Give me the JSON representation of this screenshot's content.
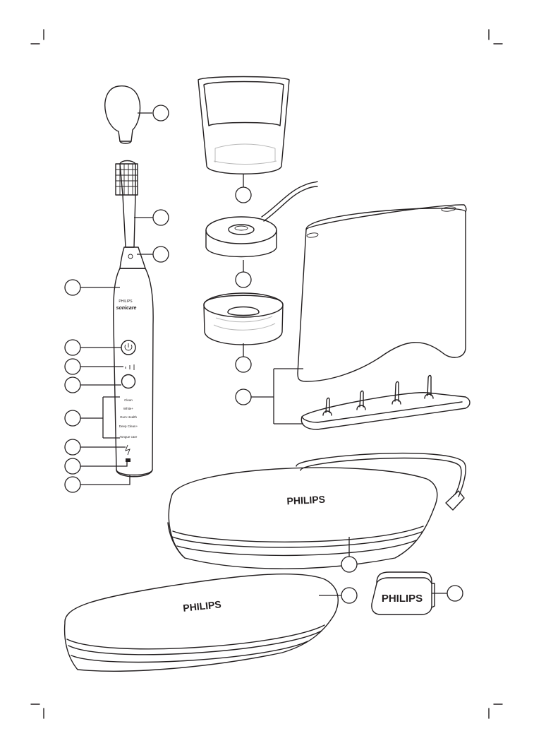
{
  "brand": {
    "logo_text": "PHILIPS",
    "handle_brand": "PHILIPS",
    "handle_subbrand": "sonicare"
  },
  "modes": [
    "Clean",
    "White+",
    "Gum Health",
    "Deep Clean+",
    "Tongue care"
  ],
  "colors": {
    "ink": "#231f20",
    "background": "#ffffff",
    "shade": "#b9b9b9"
  }
}
